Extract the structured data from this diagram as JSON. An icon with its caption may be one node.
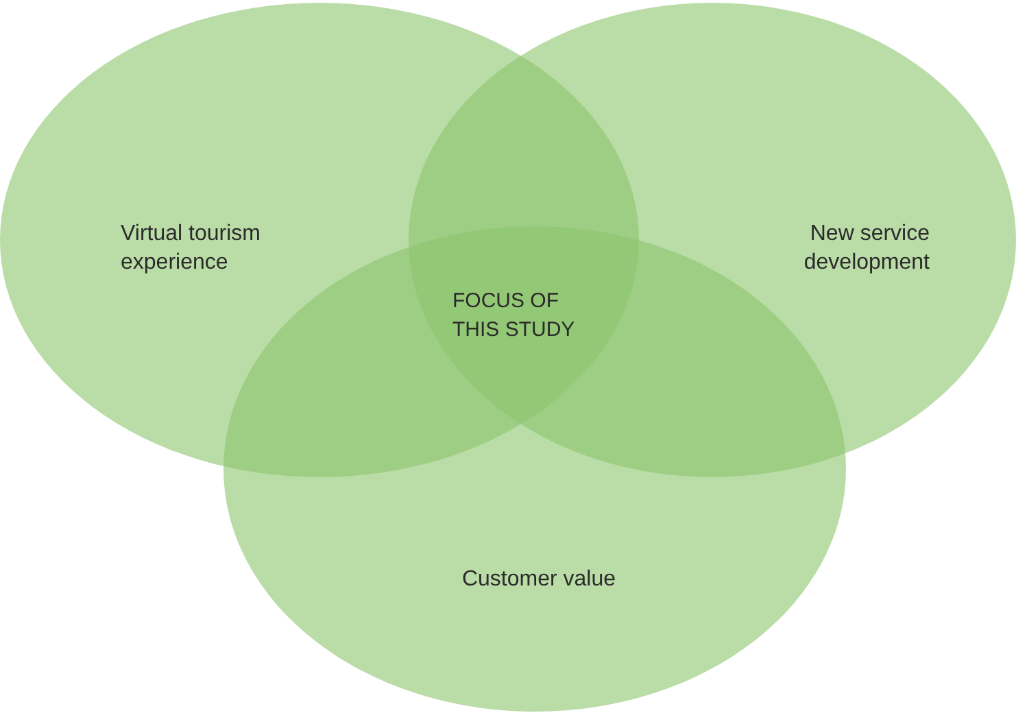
{
  "diagram": {
    "nodes": [
      {
        "text": [
          "Virtual tourism experience"
        ]
      },
      {
        "text": [
          "New service development"
        ]
      },
      {
        "text": [
          "Customer value"
        ]
      }
    ],
    "edges": [],
    "labels": [
      "FOCUS OF THIS STUDY"
    ]
  }
}
